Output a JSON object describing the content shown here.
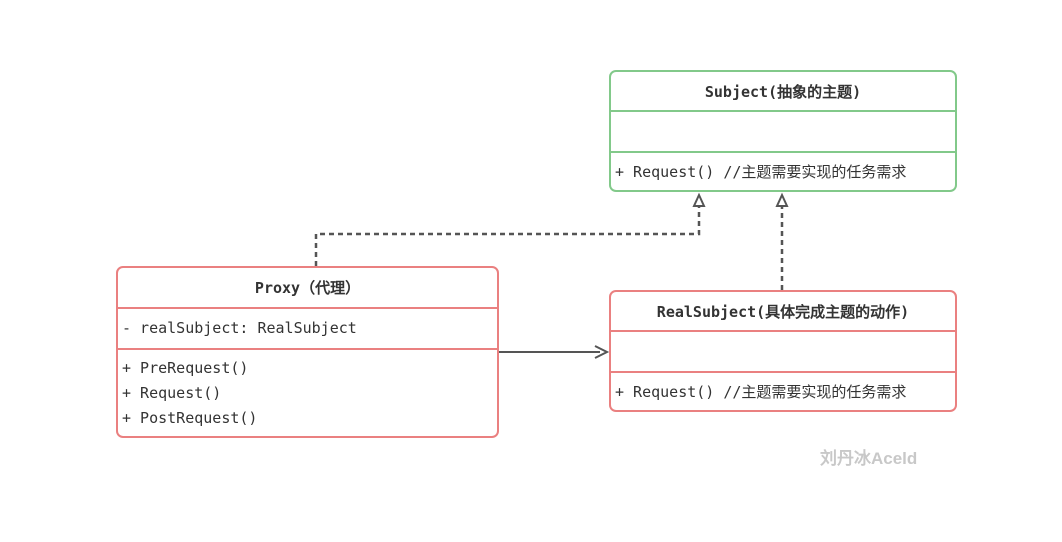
{
  "subject": {
    "name": "Subject(抽象的主题)",
    "attributes": [],
    "methods": [
      "+ Request() //主题需要实现的任务需求"
    ]
  },
  "proxy": {
    "name": "Proxy（代理）",
    "attributes": [
      "- realSubject: RealSubject"
    ],
    "methods": [
      "+ PreRequest()",
      "+ Request()",
      "+ PostRequest()"
    ]
  },
  "real_subject": {
    "name": "RealSubject(具体完成主题的动作)",
    "attributes": [],
    "methods": [
      "+ Request() //主题需要实现的任务需求"
    ]
  },
  "relations": [
    {
      "from": "Proxy（代理）",
      "to": "Subject(抽象的主题)",
      "type": "realization"
    },
    {
      "from": "RealSubject(具体完成主题的动作)",
      "to": "Subject(抽象的主题)",
      "type": "realization"
    },
    {
      "from": "Proxy（代理）",
      "to": "RealSubject(具体完成主题的动作)",
      "type": "association"
    }
  ],
  "watermark": "刘丹冰Aceld",
  "colors": {
    "interface_border": "#82c98a",
    "class_border": "#ea8080",
    "connector": "#555555",
    "watermark": "#c8c8c8"
  }
}
